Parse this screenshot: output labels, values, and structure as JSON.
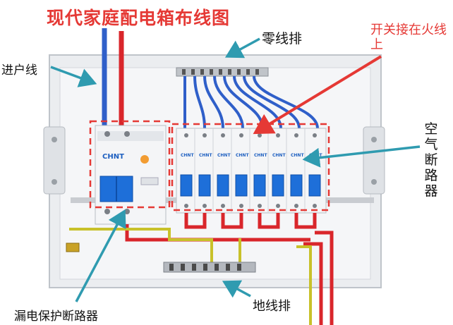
{
  "title": "现代家庭配电箱布线图",
  "labels": {
    "neutral_bar": "零线排",
    "incoming_line": "进户线",
    "switch_note": "开关接在火线上",
    "mcb": "空气断路器",
    "ground_bar": "地线排",
    "rcd": "漏电保护断路器"
  },
  "colors": {
    "title": "#e53935",
    "callout_arrow": "#2f9bb0",
    "highlight_box": "#e53935",
    "live_wire": "#d9262b",
    "neutral_wire": "#2f5fc9",
    "ground_wire": "#c8c12a",
    "breaker_switch": "#1e6fd9"
  },
  "rcd_brand": "CHNT",
  "mcb_brand": "CHNT",
  "mcb_count": 8
}
